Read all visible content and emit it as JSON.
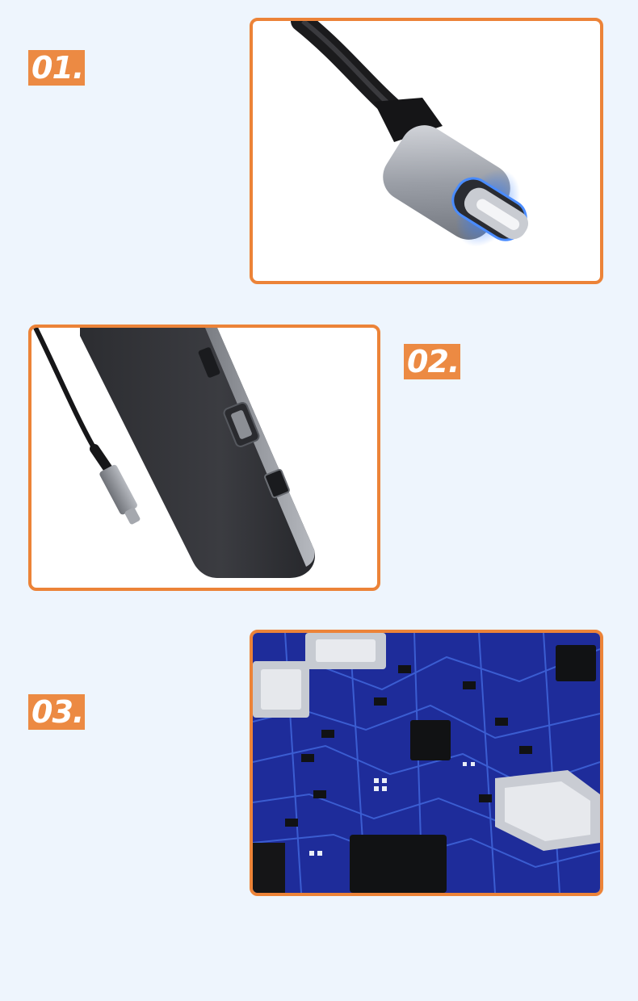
{
  "sections": [
    {
      "number": "01."
    },
    {
      "number": "02."
    },
    {
      "number": "03."
    }
  ],
  "colors": {
    "page_background": "#eef5fd",
    "accent": "#ec8338",
    "badge": "#ec8a43",
    "pcb_blue": "#1e2c9a"
  },
  "images": [
    {
      "subject": "usb-c-connector-photo"
    },
    {
      "subject": "usb-c-hub-side-ports-photo"
    },
    {
      "subject": "circuit-board-closeup-photo"
    }
  ]
}
